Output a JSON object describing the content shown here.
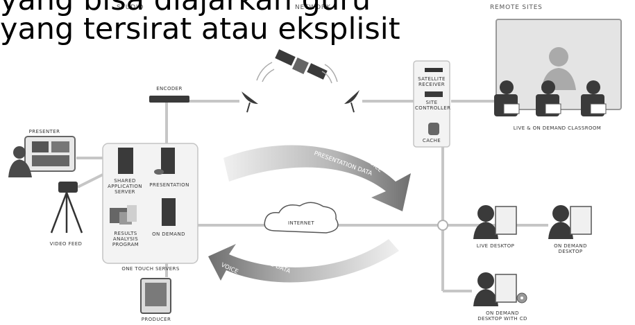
{
  "slide_title": {
    "line1": "yang bisa diajarkan guru",
    "line2": "yang tersirat atau eksplisit"
  },
  "sections": {
    "studio": "STUDIO",
    "network": "NETWORK",
    "remote_sites": "REMOTE SITES"
  },
  "labels": {
    "encoder": "ENCODER",
    "presenter": "PRESENTER",
    "video_feed": "VIDEO FEED",
    "shared_app_server": "SHARED\nAPPLICATION\nSERVER",
    "presentation": "PRESENTATION",
    "results_program": "RESULTS\nANALYSIS\nPROGRAM",
    "on_demand_server": "ON DEMAND",
    "one_touch_servers": "ONE TOUCH SERVERS",
    "producer": "PRODUCER",
    "satellite_receiver": "SATELLITE\nRECEIVER",
    "site_controller": "SITE\nCONTROLLER",
    "cache": "CACHE",
    "classroom": "LIVE & ON DEMAND CLASSROOM",
    "internet": "INTERNET",
    "live_desktop": "LIVE DESKTOP",
    "on_demand_desktop": "ON DEMAND\nDESKTOP",
    "on_demand_desktop_cd": "ON DEMAND\nDESKTOP WITH CD"
  },
  "arrows": {
    "upper_text_1": "PRESENTATION DATA",
    "upper_text_2": "VOICE",
    "upper_text_3": "VIDEO",
    "lower_text_1": "RESPONSE DATA",
    "lower_text_2": "VOICE"
  },
  "colors": {
    "line": "#c4c4c4",
    "device_dark": "#3a3a3a",
    "device_mid": "#8a8a8a",
    "arrow_gray": "#9a9a9a",
    "panel_fill": "#f3f3f3"
  }
}
